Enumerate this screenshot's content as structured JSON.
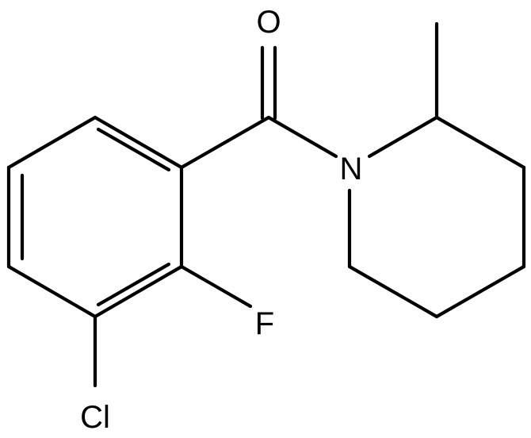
{
  "molecule": {
    "atom_labels": {
      "oxygen": "O",
      "nitrogen": "N",
      "fluorine": "F",
      "chlorine": "Cl"
    },
    "colors": {
      "bond": "#000000",
      "label": "#000000",
      "background": "#ffffff"
    }
  }
}
